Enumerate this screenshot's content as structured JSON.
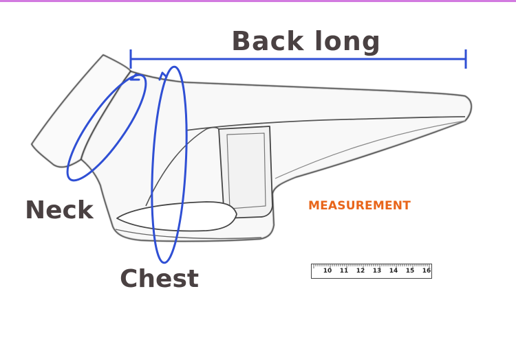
{
  "labels": {
    "back_long": "Back long",
    "neck": "Neck",
    "chest": "Chest",
    "measurement": "MEASUREMENT"
  },
  "ruler": {
    "numbers": [
      "10",
      "11",
      "12",
      "13",
      "14",
      "15",
      "16"
    ]
  },
  "colors": {
    "top_bar": "#d27ae0",
    "guide_blue": "#2f4fd4",
    "label_text": "#4a4142",
    "measurement_text": "#e8651a",
    "outline": "#3b3b3b"
  }
}
